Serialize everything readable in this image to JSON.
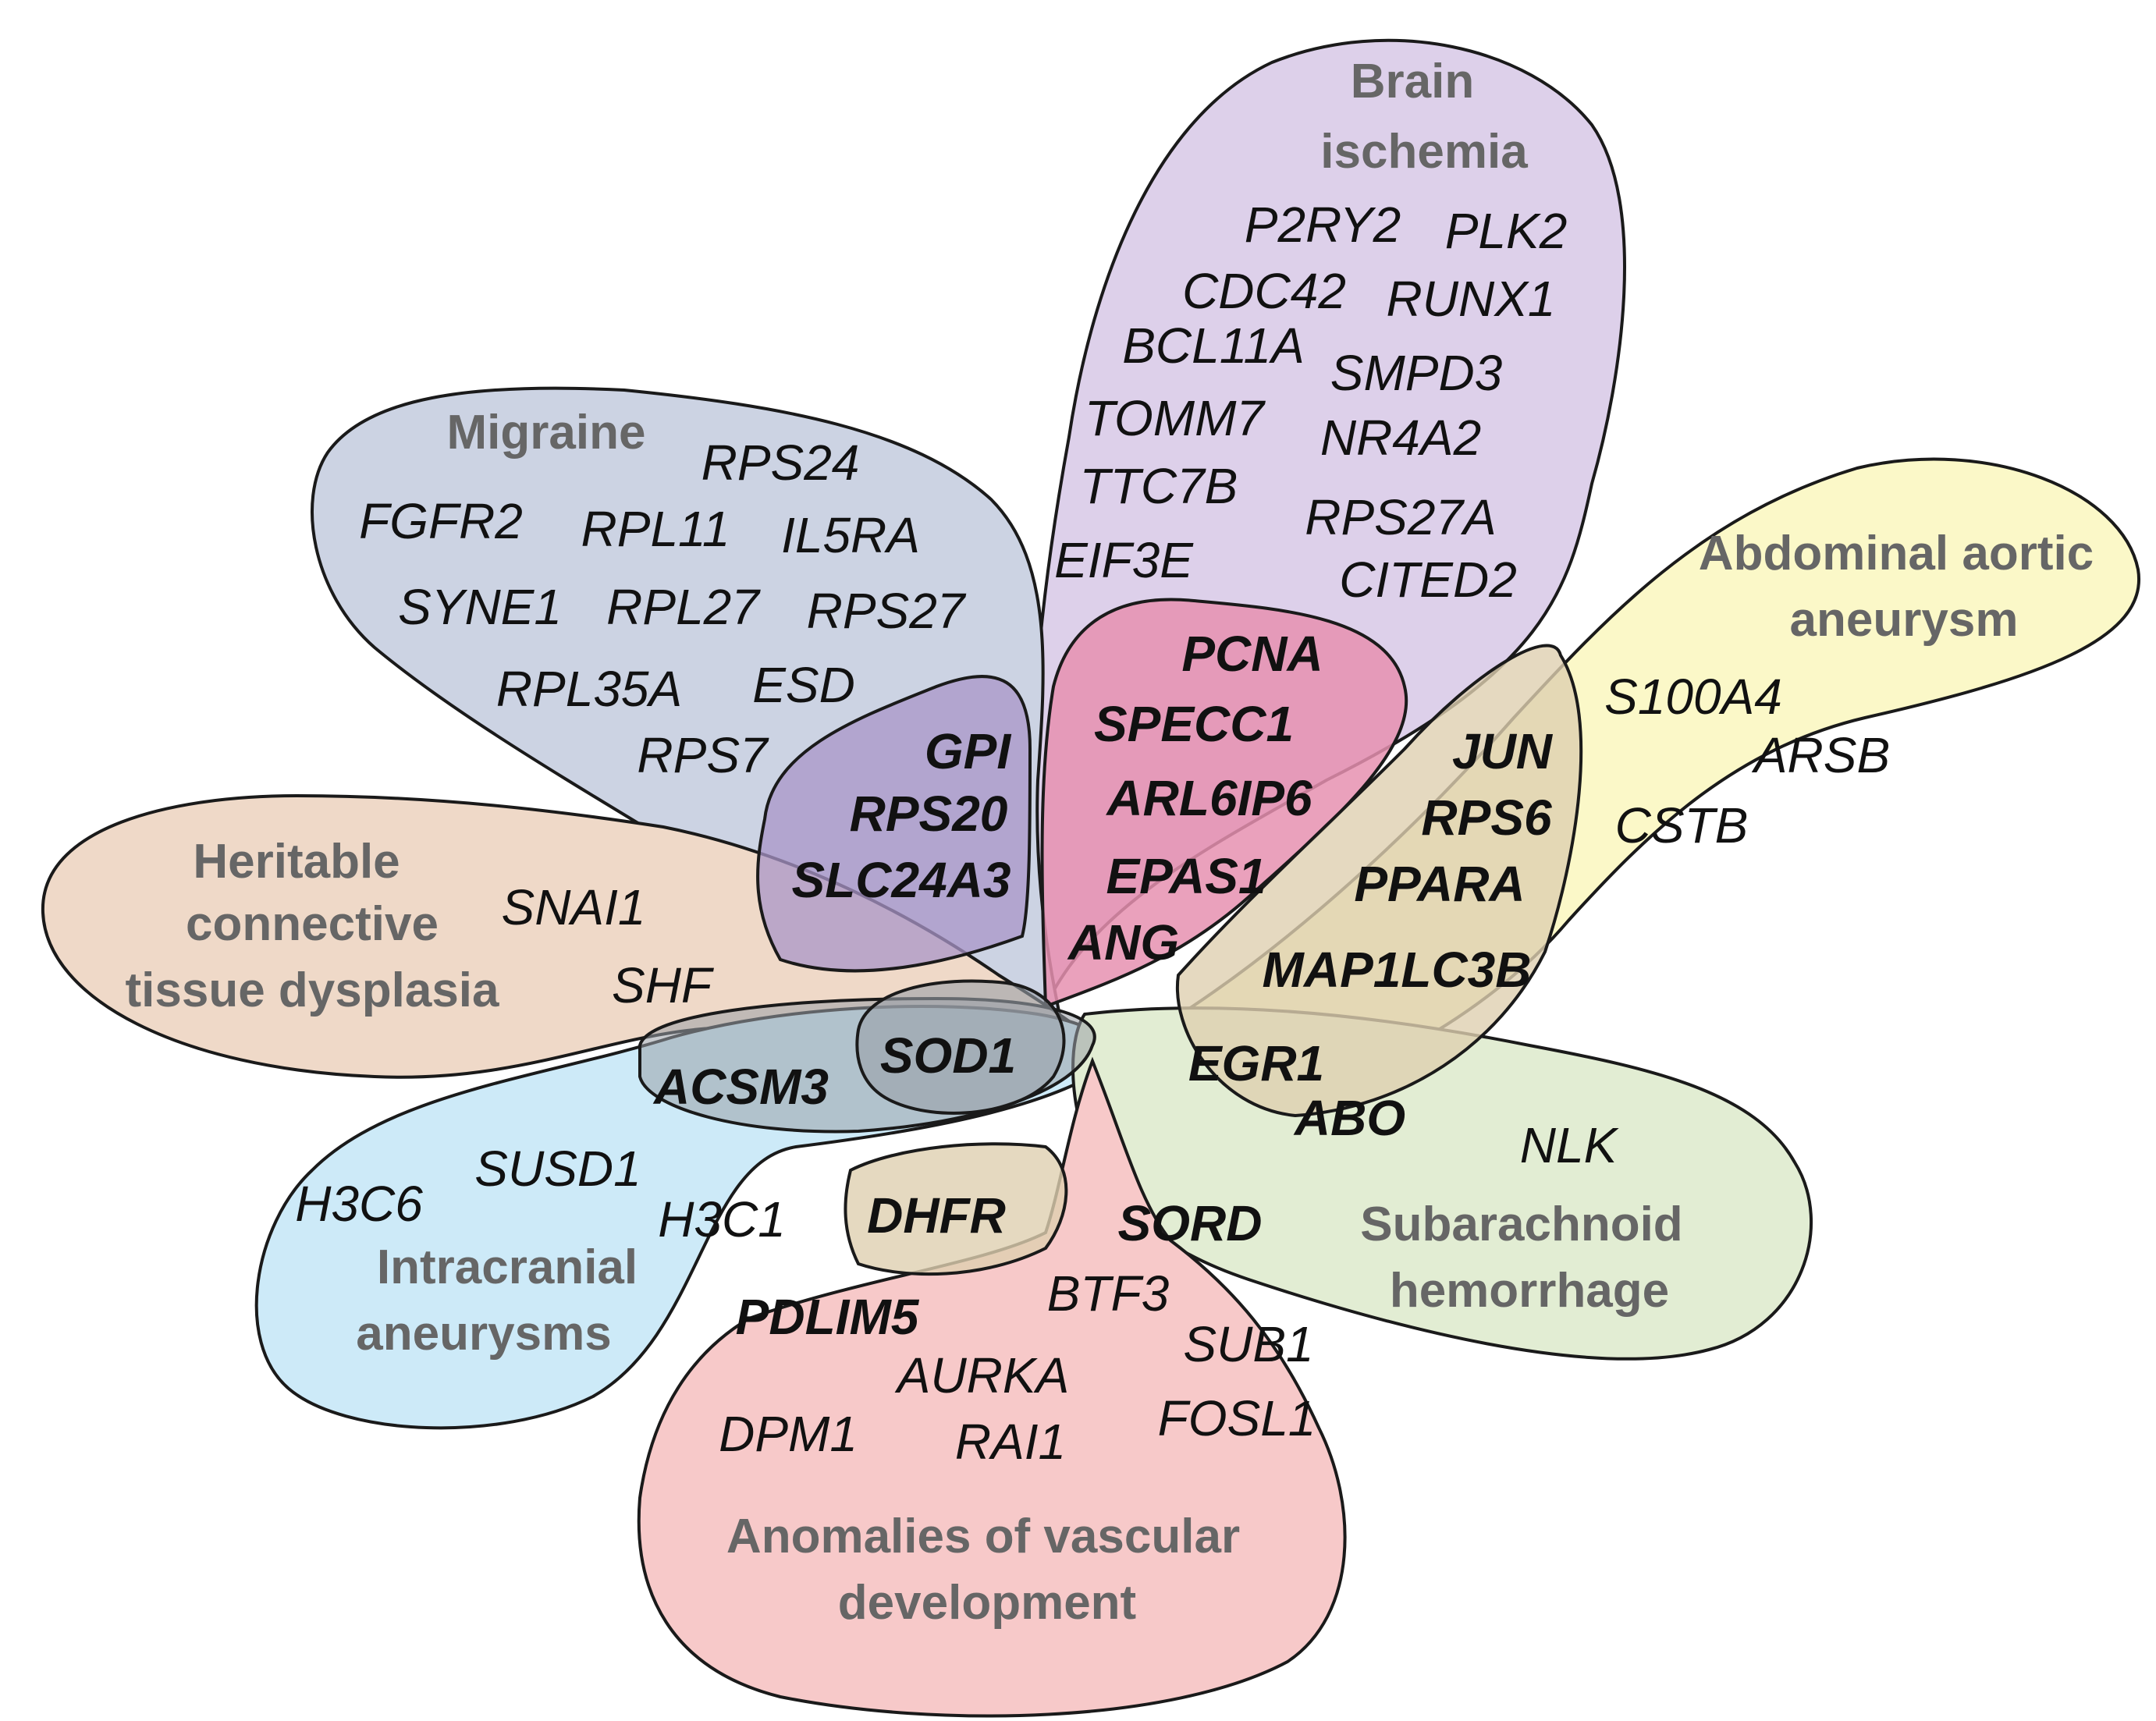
{
  "colors": {
    "brain_ischemia": "#ddd0ea",
    "migraine": "#ccd3e3",
    "abdominal_aortic_aneurysm": "#fbf8c8",
    "heritable_ctd": "#efd9c8",
    "intracranial_aneurysms": "#cdeaf8",
    "subarachnoid_hemorrhage": "#e2edd3",
    "vascular_development": "#f7c9c9",
    "pink_core": "#e690b0",
    "purple_core": "#a996c8",
    "tan_core": "#dfd0b0",
    "gray_core": "#9aa0a8"
  },
  "groups": {
    "brain_ischemia": {
      "label": [
        "Brain",
        "ischemia"
      ]
    },
    "migraine": {
      "label": [
        "Migraine"
      ]
    },
    "abdominal_aortic_aneurysm": {
      "label": [
        "Abdominal aortic",
        "aneurysm"
      ]
    },
    "heritable_ctd": {
      "label": [
        "Heritable",
        "connective",
        "tissue dysplasia"
      ]
    },
    "intracranial_aneurysms": {
      "label": [
        "Intracranial",
        "aneurysms"
      ]
    },
    "subarachnoid_hemorrhage": {
      "label": [
        "Subarachnoid",
        "hemorrhage"
      ]
    },
    "vascular_development": {
      "label": [
        "Anomalies of vascular",
        "development"
      ]
    }
  },
  "genes": {
    "brain_ischemia": [
      "P2RY2",
      "PLK2",
      "CDC42",
      "RUNX1",
      "BCL11A",
      "SMPD3",
      "TOMM7",
      "NR4A2",
      "TTC7B",
      "RPS27A",
      "EIF3E",
      "CITED2"
    ],
    "migraine": [
      "RPS24",
      "FGFR2",
      "RPL11",
      "IL5RA",
      "SYNE1",
      "RPL27",
      "RPS27",
      "RPL35A",
      "ESD",
      "RPS7"
    ],
    "abdominal_aortic_aneurysm": [
      "S100A4",
      "ARSB",
      "CSTB"
    ],
    "heritable_ctd": [
      "SNAI1",
      "SHF"
    ],
    "intracranial_aneurysms": [
      "SUSD1",
      "H3C6",
      "H3C1"
    ],
    "subarachnoid_hemorrhage": [
      "NLK"
    ],
    "vascular_development": [
      "BTF3",
      "SUB1",
      "AURKA",
      "DPM1",
      "RAI1",
      "FOSL1"
    ],
    "shared_migraine_brain": [
      "GPI",
      "RPS20",
      "SLC24A3"
    ],
    "shared_brain_core": [
      "PCNA",
      "SPECC1",
      "ARL6IP6",
      "EPAS1",
      "ANG"
    ],
    "shared_brain_aaa": [
      "JUN",
      "RPS6",
      "PPARA",
      "MAP1LC3B"
    ],
    "shared_sah_aaa": [
      "EGR1",
      "ABO"
    ],
    "shared_center": [
      "SOD1",
      "ACSM3",
      "DHFR",
      "SORD",
      "PDLIM5"
    ]
  }
}
